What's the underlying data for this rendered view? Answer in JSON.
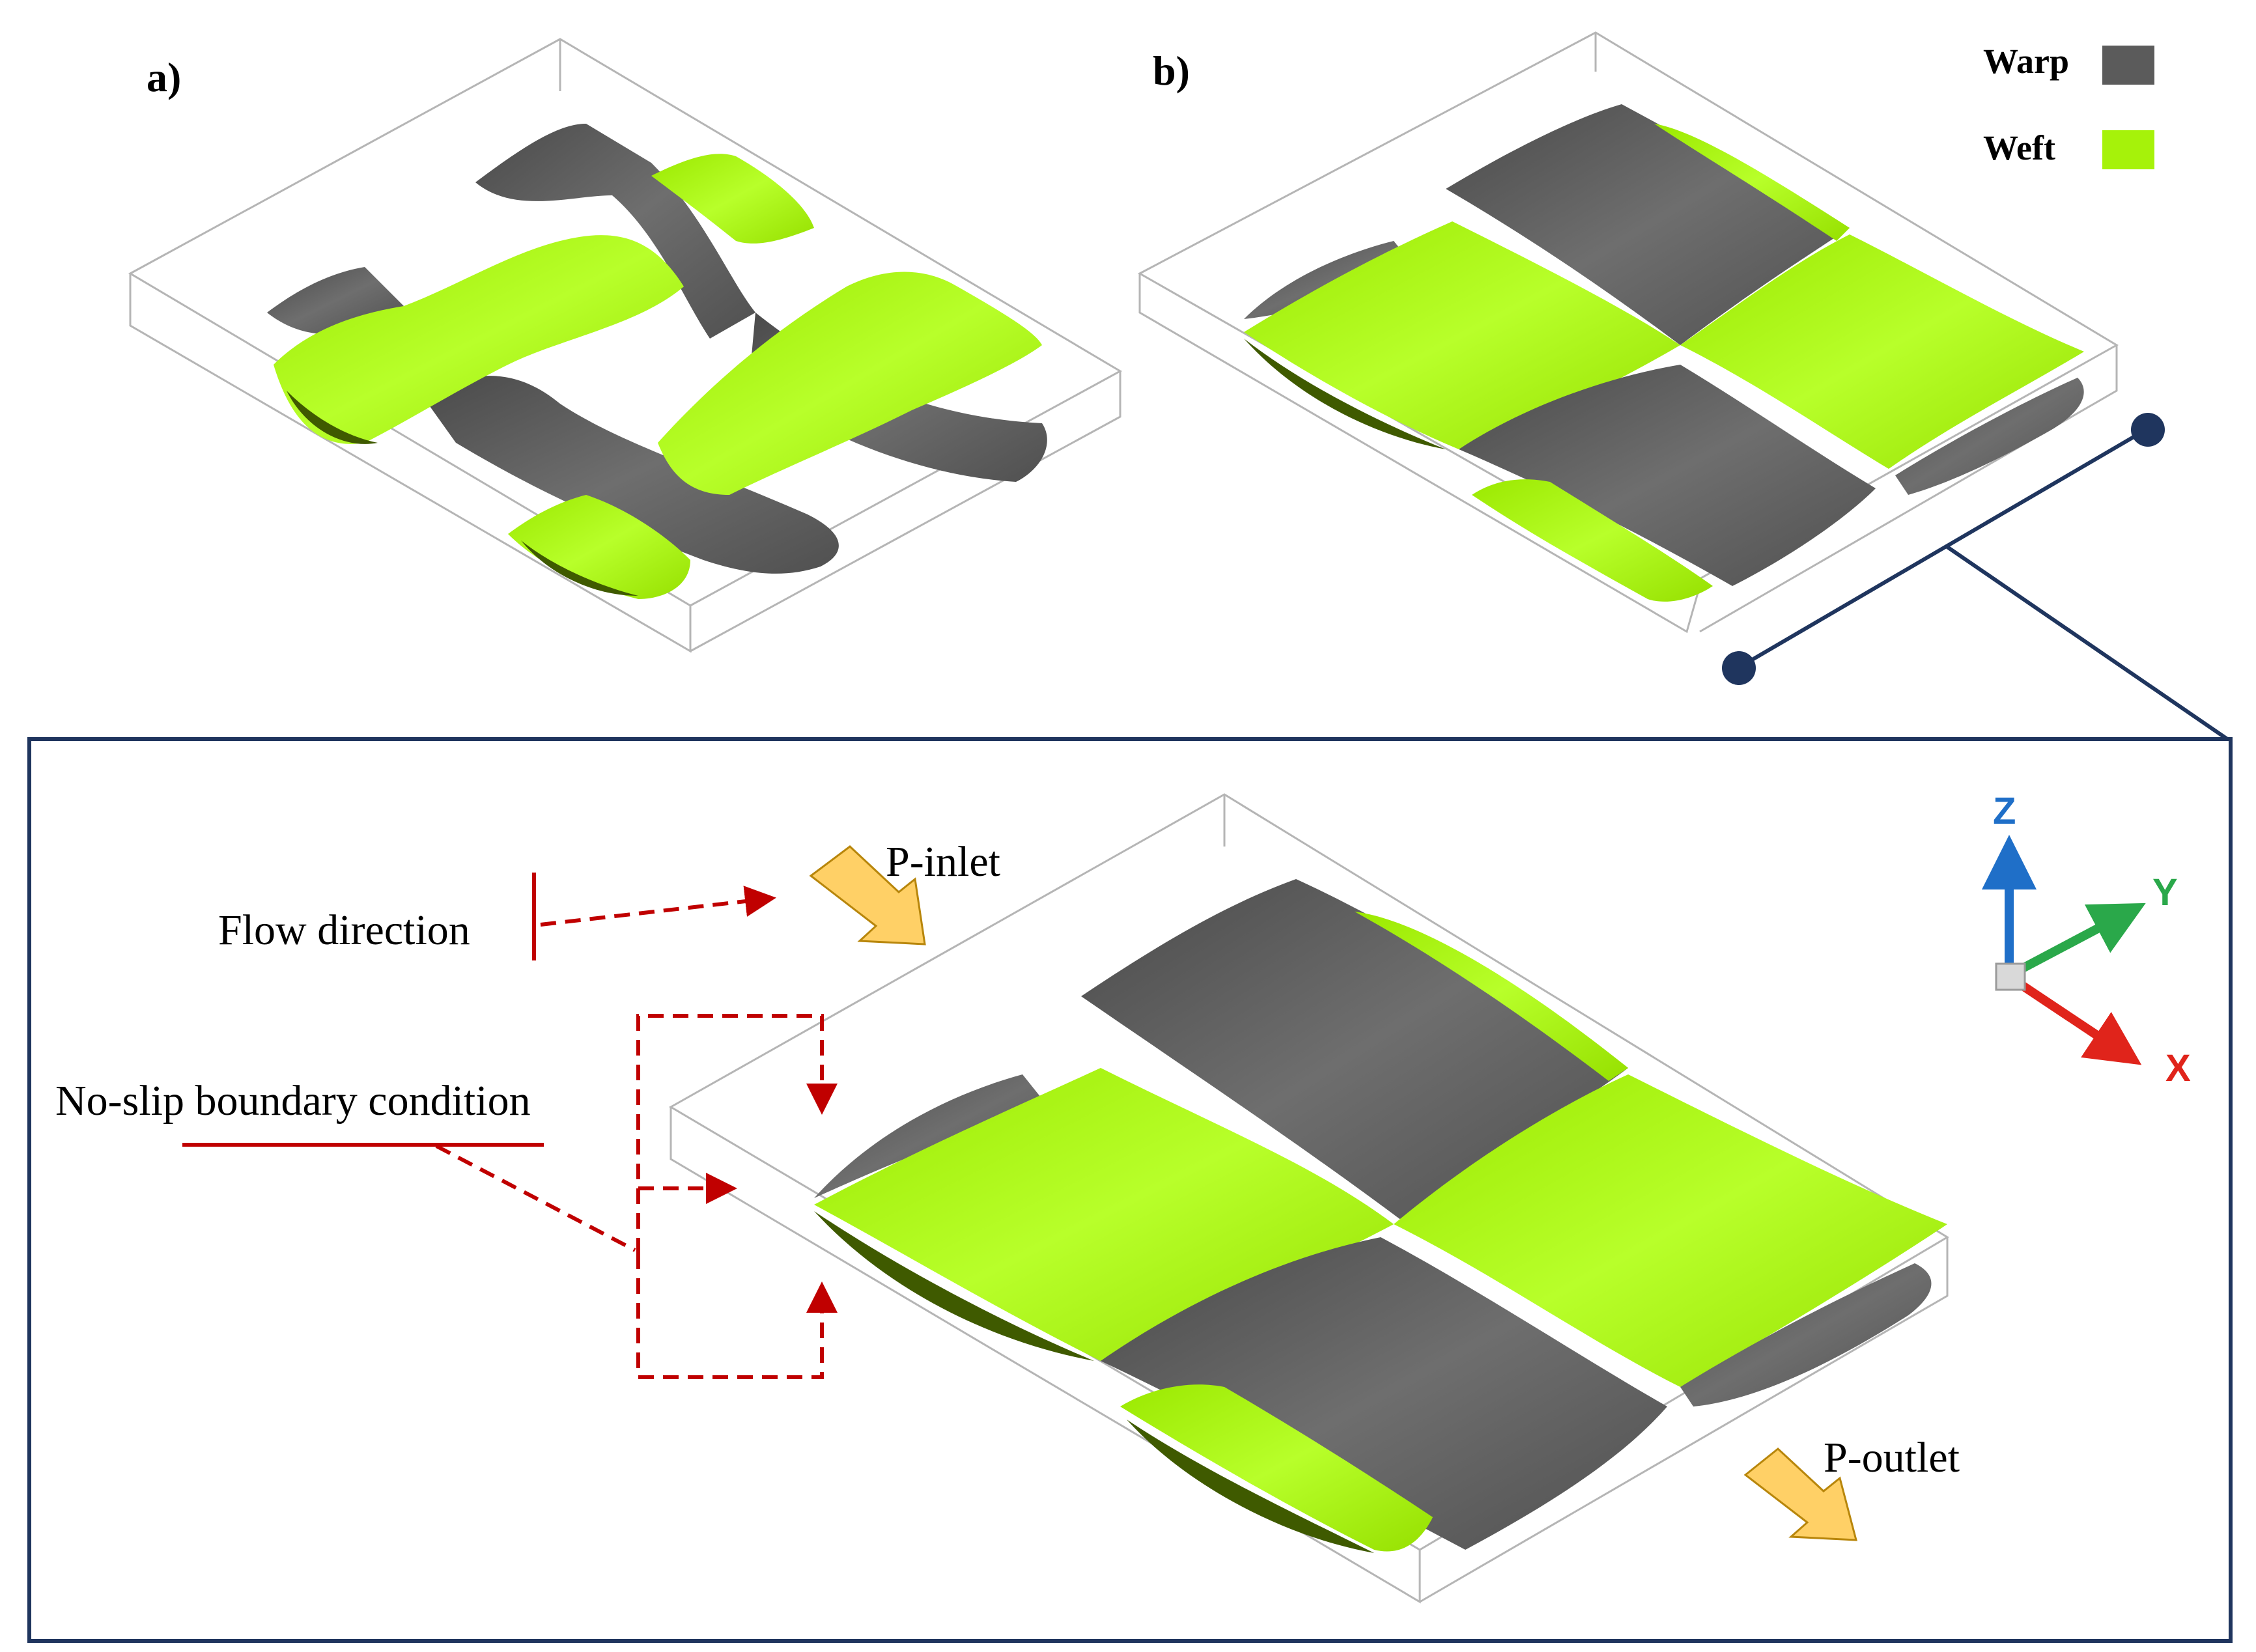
{
  "panels": {
    "a_label": "a)",
    "b_label": "b)"
  },
  "legend": {
    "items": [
      {
        "label": "Warp",
        "color": "#5b5b5b"
      },
      {
        "label": "Weft",
        "color": "#a6f20a"
      }
    ]
  },
  "annotations": {
    "flow_direction": "Flow direction",
    "no_slip": "No-slip boundary condition",
    "inlet": "P-inlet",
    "outlet": "P-outlet"
  },
  "axes": {
    "z": "Z",
    "y": "Y",
    "x": "X"
  },
  "colors": {
    "warp": "#5b5b5b",
    "weft": "#a6f20a",
    "frame": "#1f355e",
    "annotation_red": "#c00000",
    "flow_arrow": "#ffd066",
    "axis_z": "#1f6fc8",
    "axis_y": "#2aa84a",
    "axis_x": "#e0241b"
  }
}
